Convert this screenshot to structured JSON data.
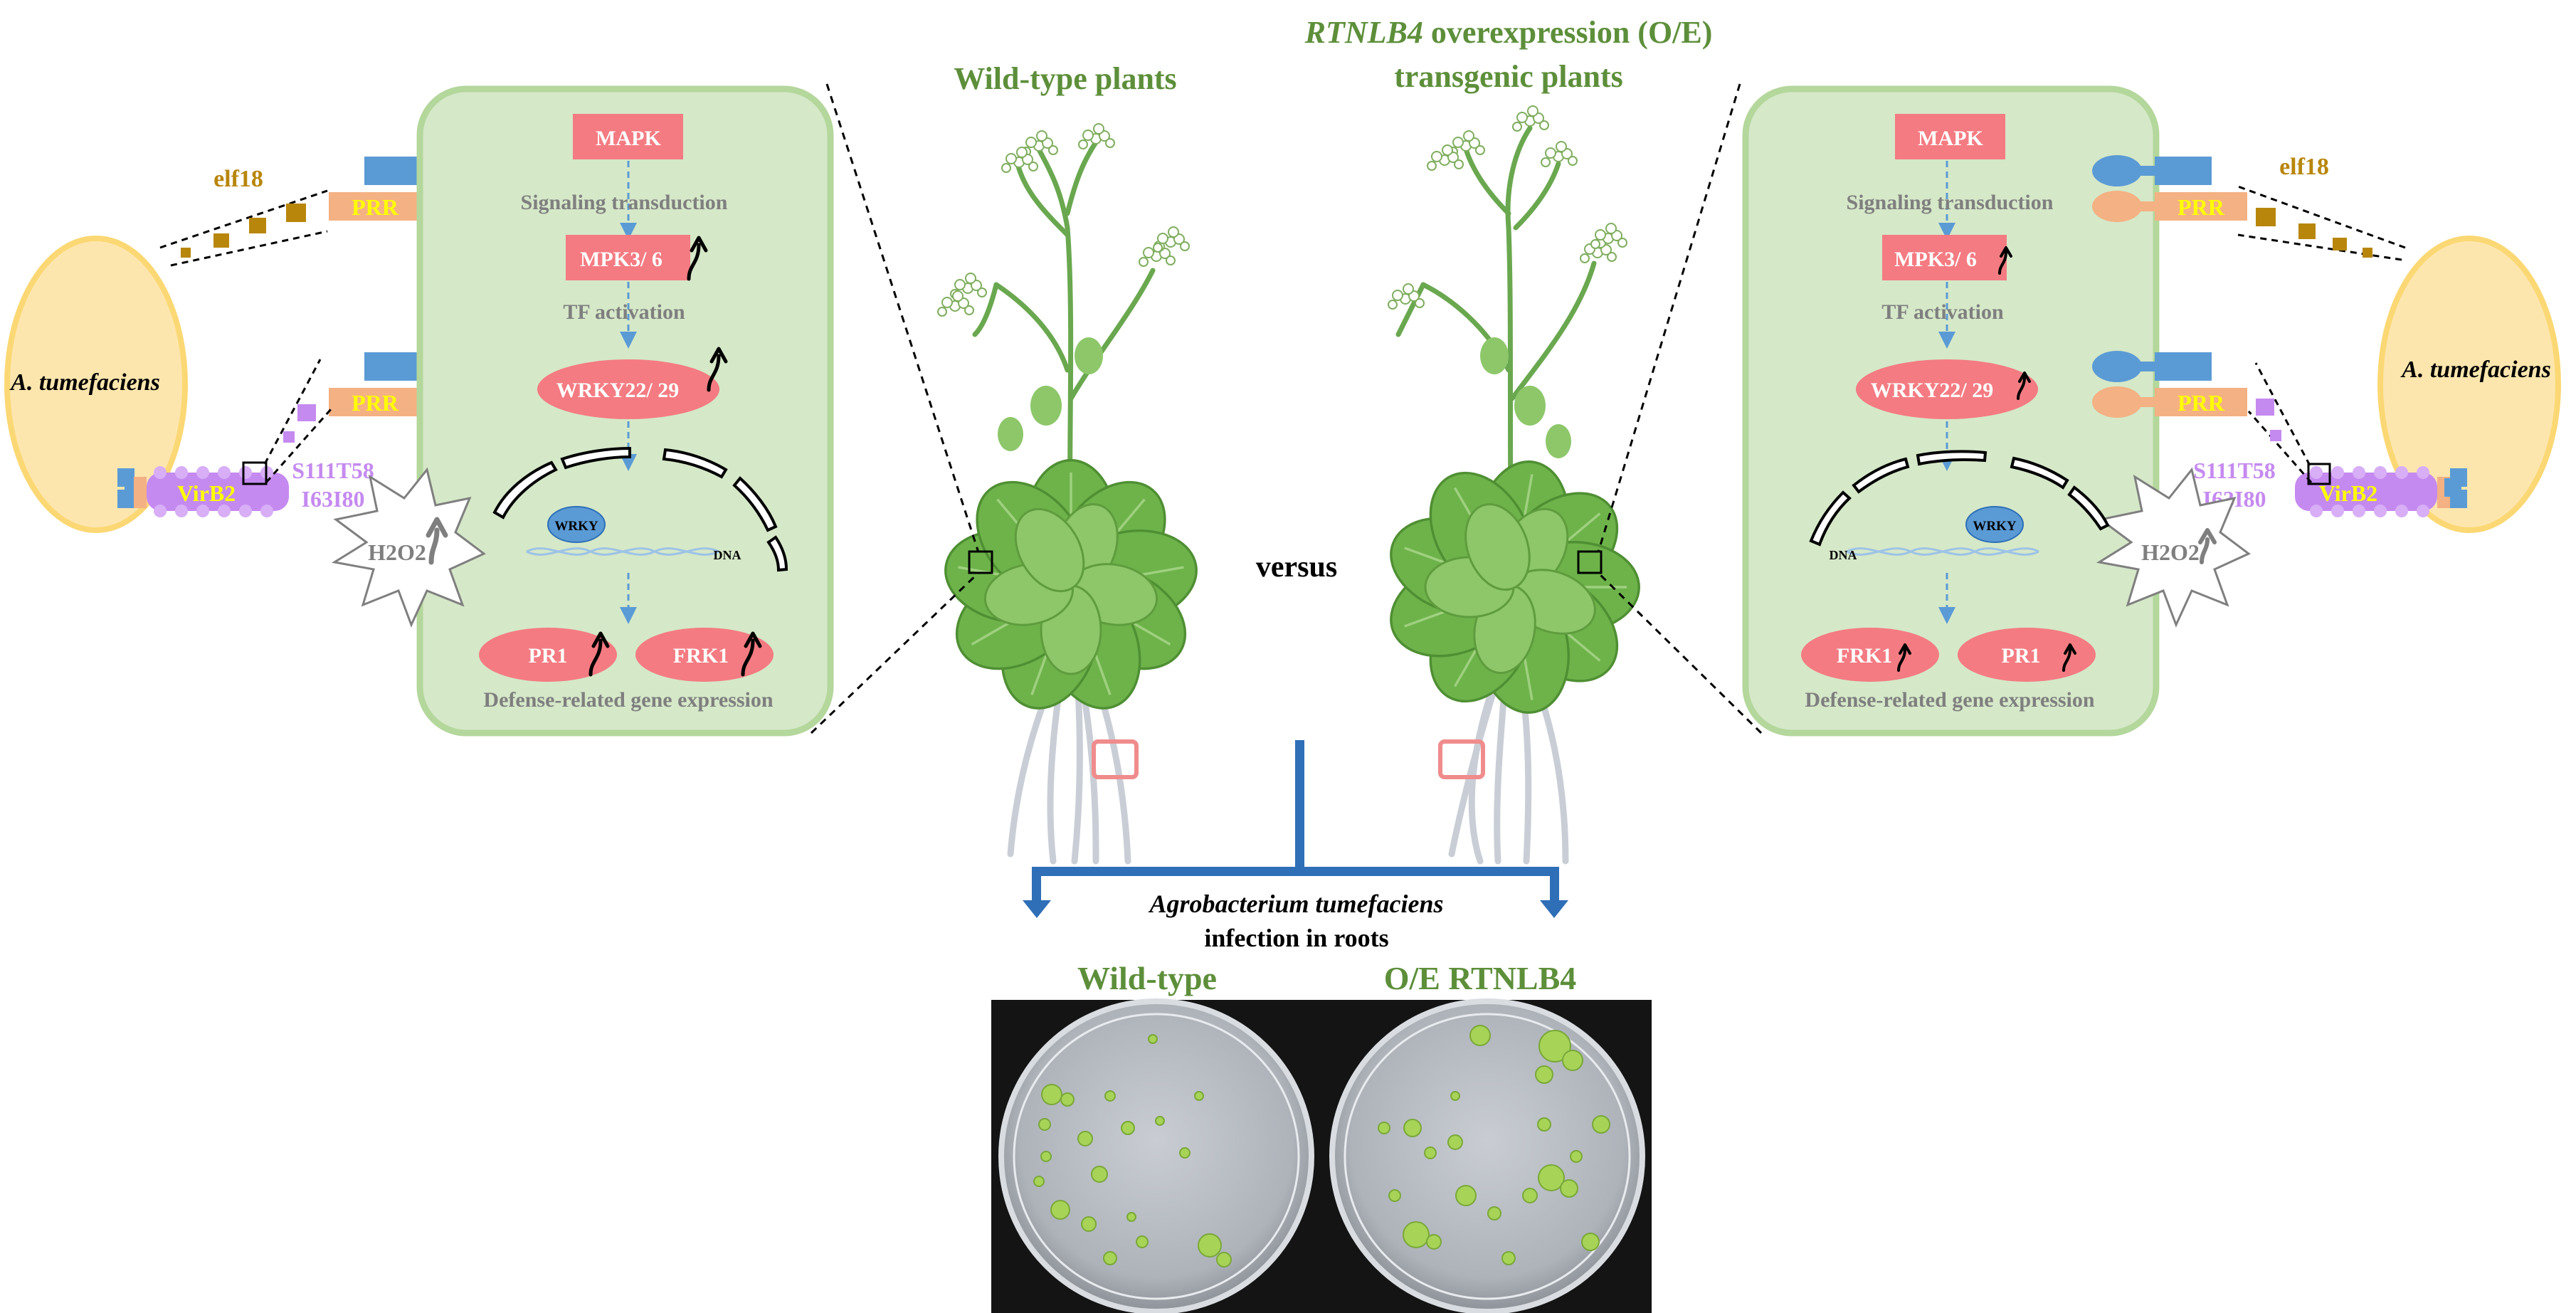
{
  "colors": {
    "cell_fill": "#d5e8c8",
    "cell_border": "#b4d79c",
    "pink": "#f47b82",
    "bacterium_fill": "#fde6ae",
    "bacterium_border": "#fbd874",
    "elf_color": "#b8860b",
    "virb2_color": "#c58af0",
    "receptor_blue": "#5b9bd5",
    "receptor_orange": "#f4b183",
    "gray_text": "#7f7f7f",
    "title_green": "#5d8f3a",
    "arrow_blue": "#2e6fb7"
  },
  "center": {
    "wt_title": "Wild-type plants",
    "oe_title_italic": "RTNLB4",
    "oe_title_rest": " overexpression (O/E)",
    "oe_title_line2": "transgenic plants",
    "versus": "versus",
    "infection_italic": "Agrobacterium tumefaciens",
    "infection_line2": "infection in roots",
    "plate_wt_label": "Wild-type",
    "plate_oe_label": "O/E RTNLB4"
  },
  "left_panel": {
    "bacterium_label": "A. tumefaciens",
    "elf18": "elf18",
    "prr_top": "PRR",
    "prr_bottom": "PRR",
    "virb2": "VirB2",
    "mutations_line1": "S111T58",
    "mutations_line2": "I63I80",
    "h2o2": "H2O2",
    "mapk": "MAPK",
    "signaling": "Signaling transduction",
    "mpk": "MPK3/ 6",
    "tf_activation": "TF activation",
    "wrky_tf": "WRKY22/ 29",
    "wrky_bubble": "WRKY",
    "dna": "DNA",
    "pr1": "PR1",
    "frk1": "FRK1",
    "defense": "Defense-related gene expression"
  },
  "right_panel": {
    "bacterium_label": "A. tumefaciens",
    "elf18": "elf18",
    "prr_top": "PRR",
    "prr_bottom": "PRR",
    "virb2": "VirB2",
    "mutations_line1": "S111T58",
    "mutations_line2": "I63I80",
    "h2o2": "H2O2",
    "mapk": "MAPK",
    "signaling": "Signaling transduction",
    "mpk": "MPK3/ 6",
    "tf_activation": "TF activation",
    "wrky_tf": "WRKY22/ 29",
    "wrky_bubble": "WRKY",
    "dna": "DNA",
    "frk1": "FRK1",
    "pr1": "PR1",
    "defense": "Defense-related gene expression"
  }
}
